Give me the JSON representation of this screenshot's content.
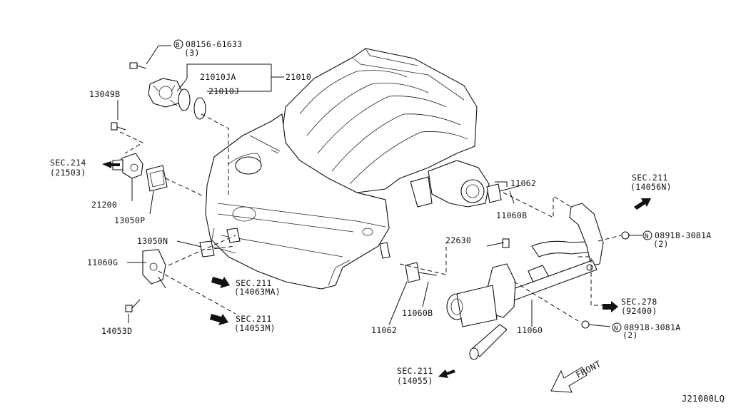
{
  "diagram_code": "J21000LQ",
  "front_label": "FRONT",
  "callouts": {
    "bolt_std_symbol": "B",
    "bolt_std": "08156-61633",
    "bolt_std_qty": "(3)",
    "water_pump_assy": "21010",
    "water_pump": "21010JA",
    "gasket_wp": "21010J",
    "bolt_13049b": "13049B",
    "sec214": "SEC.214",
    "sec214_ref": "(21503)",
    "water_outlet": "21200",
    "gasket_13050p": "13050P",
    "gasket_13050n": "13050N",
    "bracket_11060g": "11060G",
    "bolt_14053d": "14053D",
    "sec211_a": "SEC.211",
    "sec211_a_ref": "(14063MA)",
    "sec211_b": "SEC.211",
    "sec211_b_ref": "(14053M)",
    "sec211_c": "SEC.211",
    "sec211_c_ref": "(14056N)",
    "sec211_d": "SEC.211",
    "sec211_d_ref": "(14055)",
    "sec278": "SEC.278",
    "sec278_ref": "(92400)",
    "nut_symbol_a": "N",
    "nut_a": "08918-3081A",
    "nut_a_qty": "(2)",
    "nut_symbol_b": "N",
    "nut_b": "08918-3081A",
    "nut_b_qty": "(2)",
    "gasket_11062_top": "11062",
    "stud_11060b_top": "11060B",
    "sensor_22630": "22630",
    "stud_11060b_bottom": "11060B",
    "gasket_11062_bottom": "11062",
    "water_pipe_11060": "11060"
  }
}
